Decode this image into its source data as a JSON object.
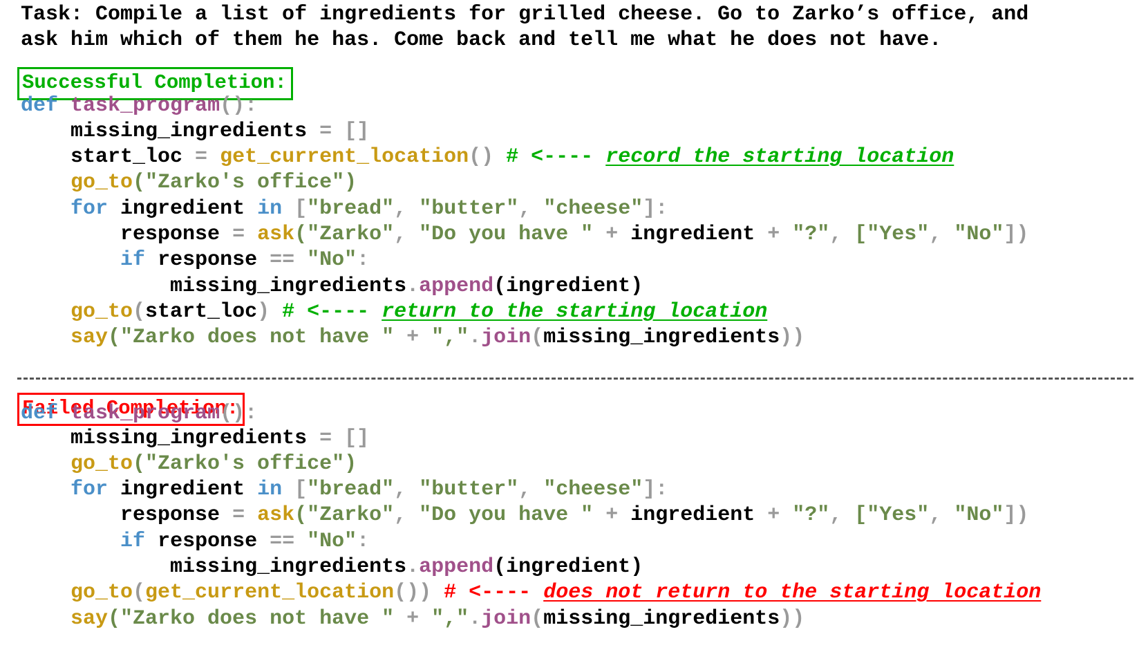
{
  "task": {
    "line1": "Task: Compile a list of ingredients for grilled cheese. Go to Zarko’s office, and",
    "line2": "ask him which of them he has. Come back and tell me what he does not have."
  },
  "success": {
    "label": "Successful Completion:",
    "def_kw": "def",
    "func_name": "task_program",
    "parens_colon": "():",
    "missing_var": "missing_ingredients",
    "eq_list": " = []",
    "start_loc": "start_loc",
    "eq": " = ",
    "get_loc": "get_current_location",
    "call_parens": "()",
    "comment1": "# <----",
    "note1": "record the starting location",
    "goto": "go_to",
    "goto_arg": "(\"Zarko's office\")",
    "for_kw": "for",
    "ingredient": "ingredient",
    "in_kw": "in",
    "list_open": "[",
    "item_bread": "\"bread\"",
    "item_butter": "\"butter\"",
    "item_cheese": "\"cheese\"",
    "list_close": "]:",
    "response": "response",
    "ask": "ask",
    "ask_arg1": "(\"Zarko\"",
    "ask_arg2": "\"Do you have \"",
    "plus": " + ",
    "q_str": "\"?\"",
    "opt_yes": "[\"Yes\"",
    "opt_no": "\"No\"",
    "close_call": "])",
    "if_kw": "if",
    "eqeq": " == ",
    "no_str": "\"No\"",
    "colon": ":",
    "append": "append",
    "append_arg": "(ingredient)",
    "goto_start": "start_loc",
    "comment2": "# <----",
    "note2": "return to the starting location",
    "say": "say",
    "say_str": "(\"Zarko does not have \"",
    "join_str": "\",\"",
    "join": "join",
    "join_arg": "missing_ingredients",
    "close2": "))"
  },
  "fail": {
    "label": "Failed Completion:",
    "comment": "# <----",
    "note": "does not return to the starting location",
    "goto_inner": "get_current_location"
  },
  "colors": {
    "keyword": "#4a8fc8",
    "function_name": "#a0508a",
    "builtin": "#c89a14",
    "string": "#6a8a4a",
    "operator": "#9a9a9a",
    "success": "#00b000",
    "fail": "#ff0000"
  }
}
